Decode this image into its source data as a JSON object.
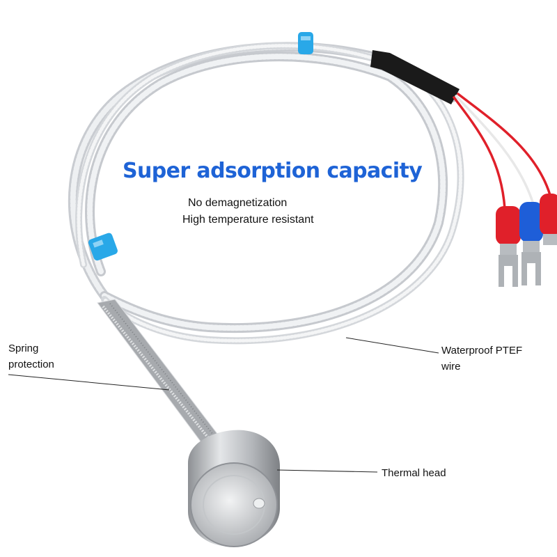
{
  "headline": "Super adsorption capacity",
  "features": [
    "No demagnetization",
    "High temperature resistant"
  ],
  "callouts": {
    "spring_line1": "Spring",
    "spring_line2": "protection",
    "wire_line1": "Waterproof PTEF",
    "wire_line2": "wire",
    "thermal_head": "Thermal head"
  },
  "colors": {
    "headline": "#1e63d6",
    "cable": "#dcdfe4",
    "clip": "#29a8e8",
    "lug_red": "#e0202a",
    "lug_blue": "#1e5ed8",
    "metal": "#b9bcc0"
  }
}
